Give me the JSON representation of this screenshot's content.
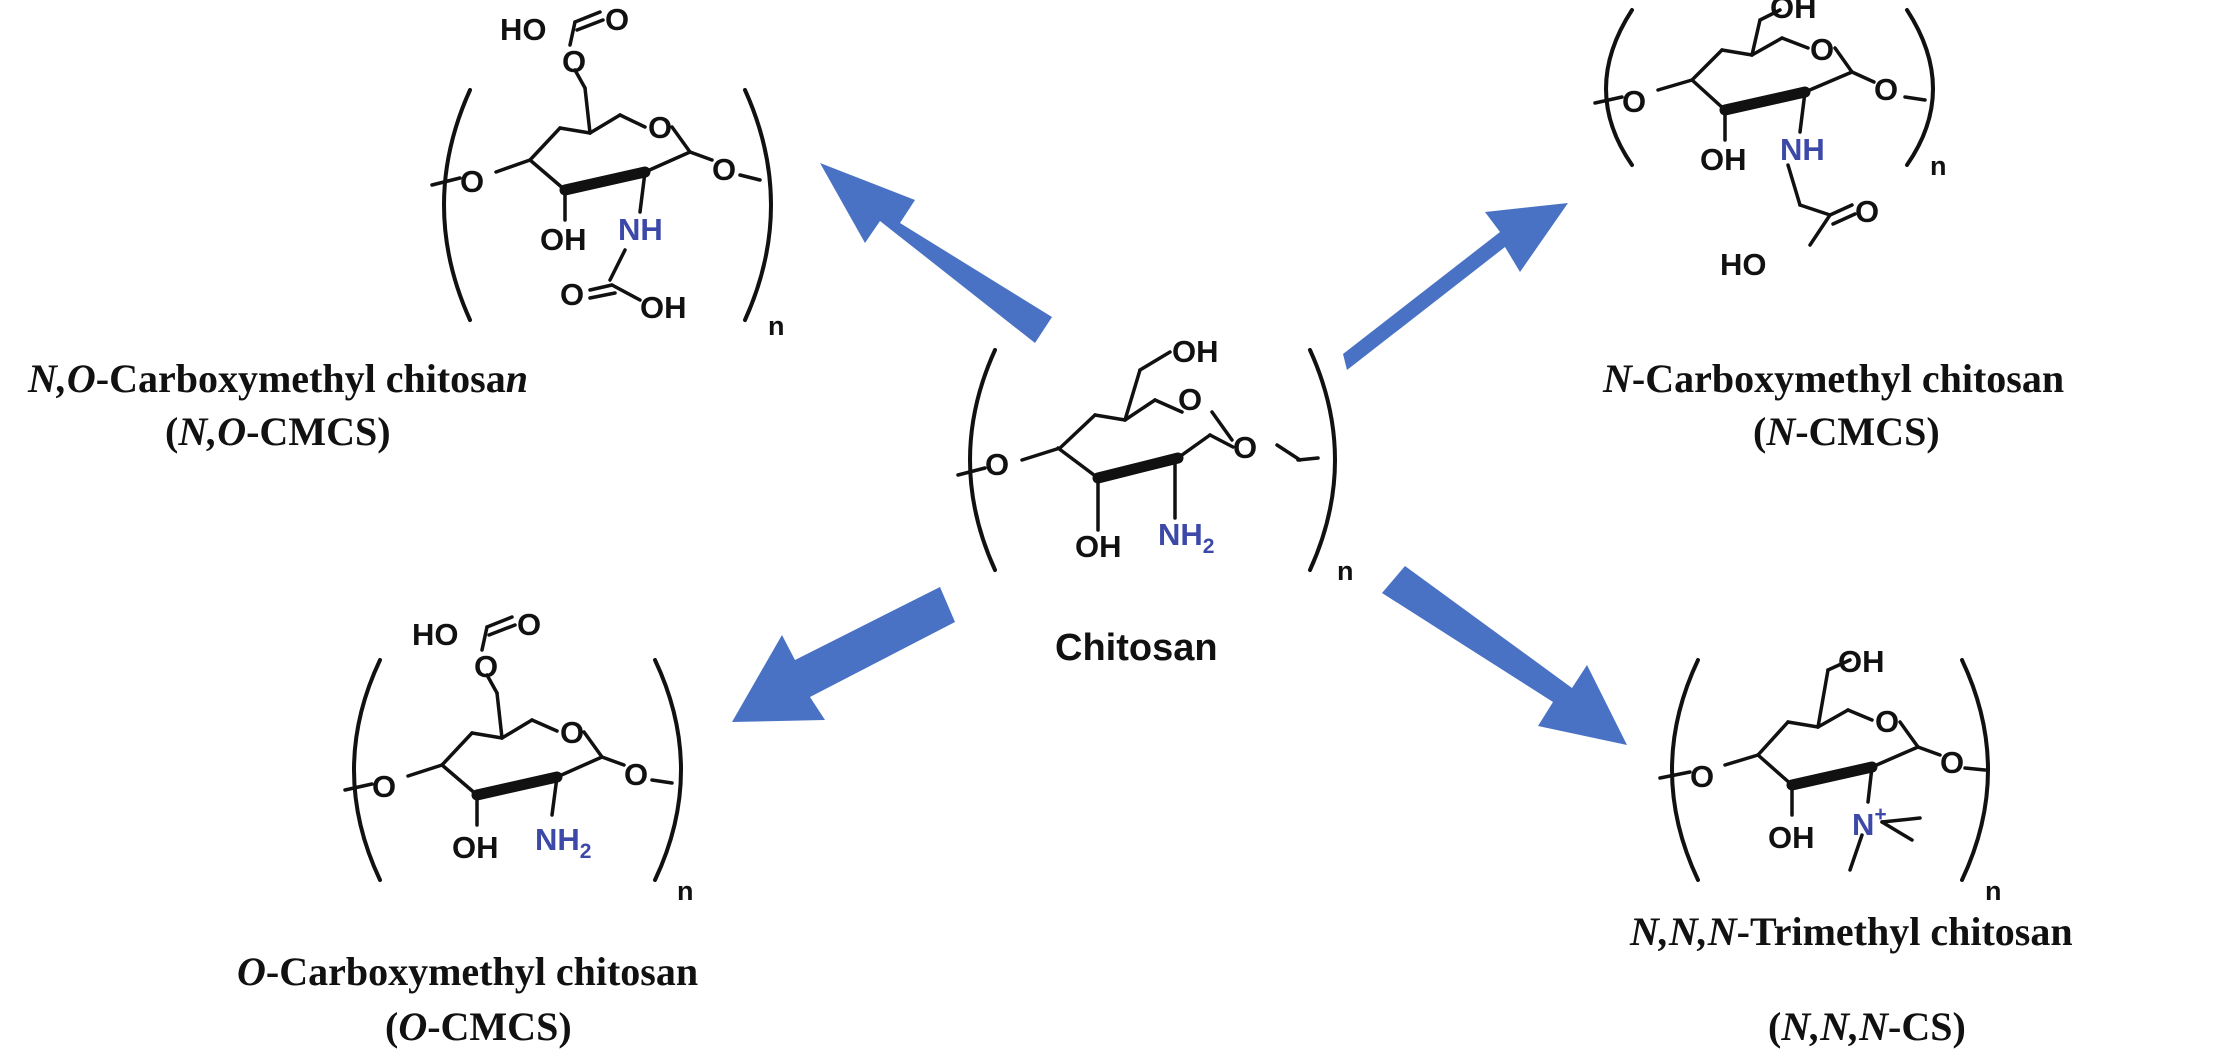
{
  "center": {
    "name": "Chitosan",
    "amine": "NH",
    "amine_sub": "2",
    "hydroxyl_ring": "OH",
    "hydroxyl_c6": "OH",
    "ring_oxygen": "O",
    "link_left": "O",
    "link_right": "O",
    "repeat": "n"
  },
  "top_left": {
    "caption_line1_a": "N,O",
    "caption_line1_b": "-Carboxymethyl chitosa",
    "caption_line1_c": "n",
    "caption_line2_a": "(",
    "caption_line2_b": "N,O",
    "caption_line2_c": "-CMCS)",
    "group_top_ho": "HO",
    "group_top_o": "O",
    "ester_o": "O",
    "ring_oxygen": "O",
    "link_left": "O",
    "link_right": "O",
    "hydroxyl": "OH",
    "amine": "NH",
    "group_bottom_o": "O",
    "group_bottom_oh": "OH",
    "repeat": "n"
  },
  "top_right": {
    "caption_line1_a": "N",
    "caption_line1_b": "-Carboxymethyl chitosan",
    "caption_line2_a": "(",
    "caption_line2_b": "N",
    "caption_line2_c": "-CMCS)",
    "hydroxyl_c6": "OH",
    "ring_oxygen": "O",
    "link_left": "O",
    "link_right": "O",
    "hydroxyl": "OH",
    "amine": "NH",
    "acid_ho": "HO",
    "acid_o": "O",
    "repeat": "n"
  },
  "bottom_left": {
    "caption_line1_a": "O",
    "caption_line1_b": "-Carboxymethyl chitosan",
    "caption_line2_a": "(",
    "caption_line2_b": "O",
    "caption_line2_c": "-CMCS)",
    "group_top_ho": "HO",
    "group_top_o": "O",
    "ester_o": "O",
    "ring_oxygen": "O",
    "link_left": "O",
    "link_right": "O",
    "hydroxyl": "OH",
    "amine": "NH",
    "amine_sub": "2",
    "repeat": "n"
  },
  "bottom_right": {
    "caption_line1_a": "N,N,N",
    "caption_line1_b": "-Trimethyl chitosan",
    "caption_line2_a": "(",
    "caption_line2_b": "N,N,N",
    "caption_line2_c": "-CS)",
    "hydroxyl_c6": "OH",
    "ring_oxygen": "O",
    "link_left": "O",
    "link_right": "O",
    "hydroxyl": "OH",
    "ammonium": "N",
    "charge": "+",
    "repeat": "n"
  },
  "colors": {
    "arrow": "#4a72c4",
    "nitrogen": "#3d49a8",
    "ink": "#111111"
  }
}
